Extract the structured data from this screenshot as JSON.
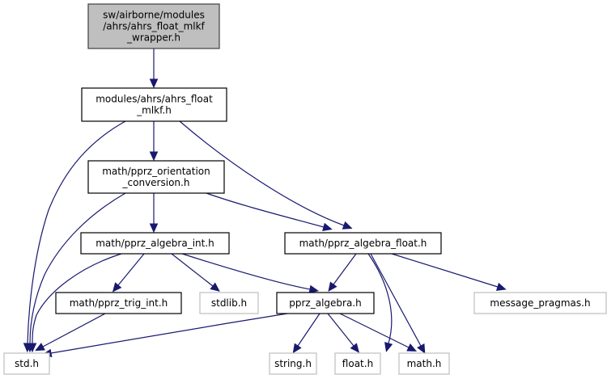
{
  "diagram": {
    "type": "include-dependency-graph",
    "colors": {
      "edge": "#191970",
      "root_fill": "#bfbfbf",
      "root_border": "#404040",
      "internal_border": "#000000",
      "external_border": "#bfbfbf"
    },
    "nodes": [
      {
        "id": "root",
        "kind": "root",
        "lines": [
          "sw/airborne/modules",
          "/ahrs/ahrs_float_mlkf",
          "_wrapper.h"
        ]
      },
      {
        "id": "mlkf",
        "kind": "internal",
        "lines": [
          "modules/ahrs/ahrs_float",
          "_mlkf.h"
        ]
      },
      {
        "id": "orient",
        "kind": "internal",
        "lines": [
          "math/pprz_orientation",
          "_conversion.h"
        ]
      },
      {
        "id": "alg_int",
        "kind": "internal",
        "lines": [
          "math/pprz_algebra_int.h"
        ]
      },
      {
        "id": "alg_float",
        "kind": "internal",
        "lines": [
          "math/pprz_algebra_float.h"
        ]
      },
      {
        "id": "trig_int",
        "kind": "internal",
        "lines": [
          "math/pprz_trig_int.h"
        ]
      },
      {
        "id": "stdlib",
        "kind": "external",
        "lines": [
          "stdlib.h"
        ]
      },
      {
        "id": "pprz_alg",
        "kind": "internal",
        "lines": [
          "pprz_algebra.h"
        ]
      },
      {
        "id": "msg_pragmas",
        "kind": "external",
        "lines": [
          "message_pragmas.h"
        ]
      },
      {
        "id": "std",
        "kind": "external",
        "lines": [
          "std.h"
        ]
      },
      {
        "id": "string",
        "kind": "external",
        "lines": [
          "string.h"
        ]
      },
      {
        "id": "float",
        "kind": "external",
        "lines": [
          "float.h"
        ]
      },
      {
        "id": "math",
        "kind": "external",
        "lines": [
          "math.h"
        ]
      }
    ],
    "edges": [
      {
        "from": "root",
        "to": "mlkf"
      },
      {
        "from": "mlkf",
        "to": "orient"
      },
      {
        "from": "mlkf",
        "to": "alg_float"
      },
      {
        "from": "mlkf",
        "to": "std"
      },
      {
        "from": "orient",
        "to": "alg_int"
      },
      {
        "from": "orient",
        "to": "alg_float"
      },
      {
        "from": "orient",
        "to": "std"
      },
      {
        "from": "alg_int",
        "to": "trig_int"
      },
      {
        "from": "alg_int",
        "to": "stdlib"
      },
      {
        "from": "alg_int",
        "to": "pprz_alg"
      },
      {
        "from": "alg_int",
        "to": "std"
      },
      {
        "from": "alg_float",
        "to": "pprz_alg"
      },
      {
        "from": "alg_float",
        "to": "msg_pragmas"
      },
      {
        "from": "alg_float",
        "to": "float"
      },
      {
        "from": "alg_float",
        "to": "math"
      },
      {
        "from": "trig_int",
        "to": "std"
      },
      {
        "from": "pprz_alg",
        "to": "std"
      },
      {
        "from": "pprz_alg",
        "to": "string"
      },
      {
        "from": "pprz_alg",
        "to": "float"
      },
      {
        "from": "pprz_alg",
        "to": "math"
      }
    ]
  }
}
